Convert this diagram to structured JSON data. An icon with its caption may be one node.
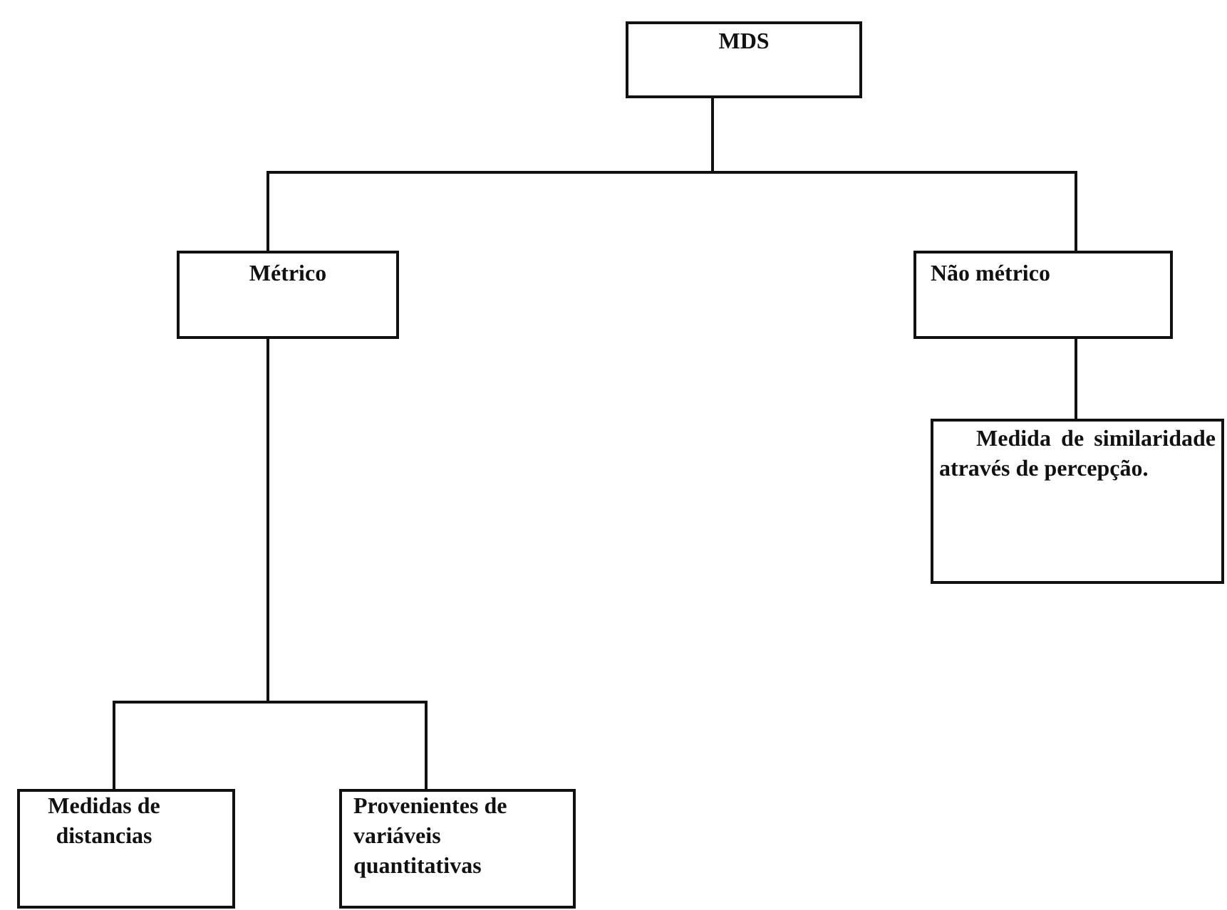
{
  "diagram": {
    "nodes": [
      {
        "text": [
          "MDS"
        ]
      },
      {
        "text": [
          "Métrico"
        ]
      },
      {
        "text": [
          "Não métrico"
        ]
      },
      {
        "text": [
          "Medida de similaridade através de percepção."
        ]
      },
      {
        "text": [
          "Medidas de distancias"
        ]
      },
      {
        "text": [
          "Provenientes de variáveis quantitativas"
        ]
      }
    ],
    "edges": [
      {
        "from": 0,
        "to": 1,
        "arrow": "none"
      },
      {
        "from": 0,
        "to": 2,
        "arrow": "none"
      },
      {
        "from": 2,
        "to": 3,
        "arrow": "none"
      },
      {
        "from": 1,
        "to": 4,
        "arrow": "none"
      },
      {
        "from": 1,
        "to": 5,
        "arrow": "none"
      }
    ]
  }
}
